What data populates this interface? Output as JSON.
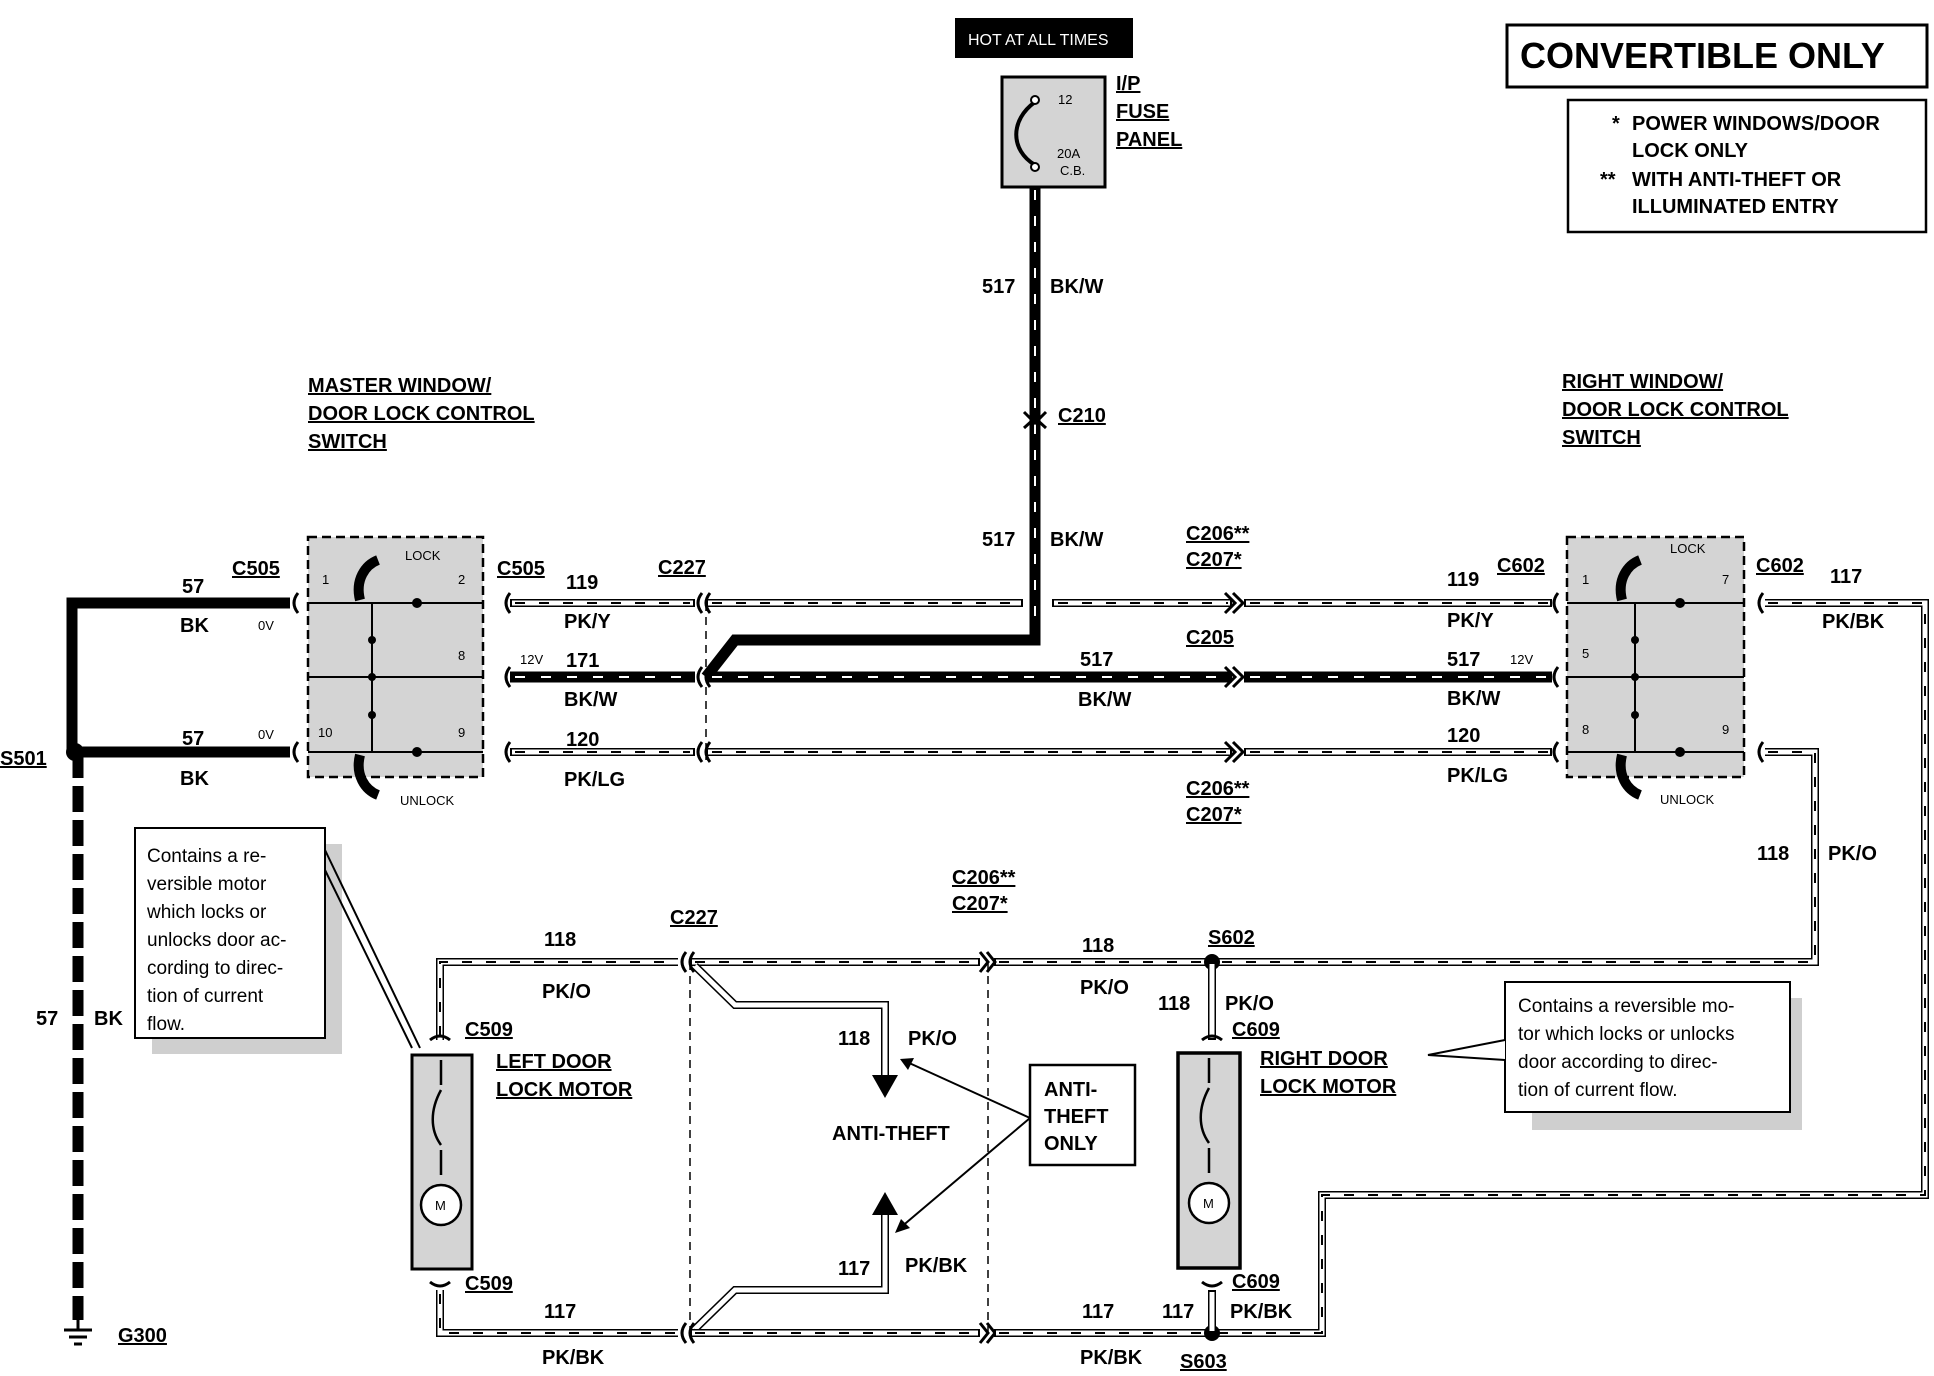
{
  "header": {
    "title": "CONVERTIBLE ONLY",
    "power_label": "HOT AT ALL TIMES"
  },
  "legend": {
    "star1_mark": "*",
    "star1_line1": "POWER WINDOWS/DOOR",
    "star1_line2": "LOCK ONLY",
    "star2_mark": "**",
    "star2_line1": "WITH ANTI-THEFT OR",
    "star2_line2": "ILLUMINATED ENTRY"
  },
  "fuse_panel": {
    "label_line1": "I/P",
    "label_line2": "FUSE",
    "label_line3": "PANEL",
    "fuse_number": "12",
    "fuse_rating": "20A",
    "fuse_type": "C.B."
  },
  "master_switch": {
    "line1": "MASTER WINDOW/",
    "line2": "DOOR LOCK CONTROL",
    "line3": "SWITCH",
    "lock": "LOCK",
    "unlock": "UNLOCK",
    "pin1": "1",
    "pin2": "2",
    "pin8": "8",
    "pin9": "9",
    "pin10": "10"
  },
  "right_switch": {
    "line1": "RIGHT WINDOW/",
    "line2": "DOOR LOCK CONTROL",
    "line3": "SWITCH",
    "lock": "LOCK",
    "unlock": "UNLOCK",
    "pin1": "1",
    "pin7": "7",
    "pin5": "5",
    "pin8": "8",
    "pin9": "9"
  },
  "connectors": {
    "c210": "C210",
    "c505_left": "C505",
    "c505_right": "C505",
    "c227_top": "C227",
    "c227_bottom": "C227",
    "c206_top": "C206**",
    "c207_top": "C207*",
    "c205": "C205",
    "c206_mid": "C206**",
    "c207_mid": "C207*",
    "c206_low": "C206**",
    "c207_low": "C207*",
    "c602_left": "C602",
    "c602_right": "C602",
    "c509_top": "C509",
    "c509_bottom": "C509",
    "c609_top": "C609",
    "c609_bottom": "C609",
    "s501": "S501",
    "s602": "S602",
    "s603": "S603",
    "g300": "G300"
  },
  "wires": {
    "w517_num": "517",
    "w517_color": "BK/W",
    "w517b_num": "517",
    "w517b_color": "BK/W",
    "w57a_num": "57",
    "w57a_color": "BK",
    "w57b_num": "57",
    "w57b_color": "BK",
    "w57c_num": "57",
    "w57c_color": "BK",
    "w119l_num": "119",
    "w119l_color": "PK/Y",
    "w171_num": "171",
    "w171_color": "BK/W",
    "w120l_num": "120",
    "w120l_color": "PK/LG",
    "w517c_num": "517",
    "w517c_color": "BK/W",
    "w119r_num": "119",
    "w119r_color": "PK/Y",
    "w517r_num": "517",
    "w517r_color": "BK/W",
    "w120r_num": "120",
    "w120r_color": "PK/LG",
    "w117r_num": "117",
    "w117r_color": "PK/BK",
    "w118r_num": "118",
    "w118r_color": "PK/O",
    "w118a_num": "118",
    "w118a_color": "PK/O",
    "w118b_num": "118",
    "w118b_color": "PK/O",
    "w118c_num": "118",
    "w118c_color": "PK/O",
    "w118d_num": "118",
    "w118d_color": "PK/O",
    "w117a_num": "117",
    "w117a_color": "PK/BK",
    "w117b_num": "117",
    "w117b_color": "PK/BK",
    "w117c_num": "117",
    "w117c_color": "PK/BK",
    "w117d_num": "117",
    "w117d_color": "PK/BK"
  },
  "voltages": {
    "v_c505_top": "0V",
    "v_c505_mid": "12V",
    "v_c505_bot": "0V",
    "v_c602_mid": "12V"
  },
  "motors": {
    "left_line1": "LEFT DOOR",
    "left_line2": "LOCK MOTOR",
    "right_line1": "RIGHT DOOR",
    "right_line2": "LOCK MOTOR",
    "m": "M"
  },
  "anti_theft": {
    "label": "ANTI-THEFT",
    "only_line1": "ANTI-",
    "only_line2": "THEFT",
    "only_line3": "ONLY"
  },
  "notes": {
    "left": [
      "Contains a re-",
      "versible motor",
      "which locks or",
      "unlocks door ac-",
      "cording to direc-",
      "tion of current",
      "flow."
    ],
    "right": [
      "Contains a reversible mo-",
      "tor which locks or unlocks",
      "door according to direc-",
      "tion of current flow."
    ]
  }
}
